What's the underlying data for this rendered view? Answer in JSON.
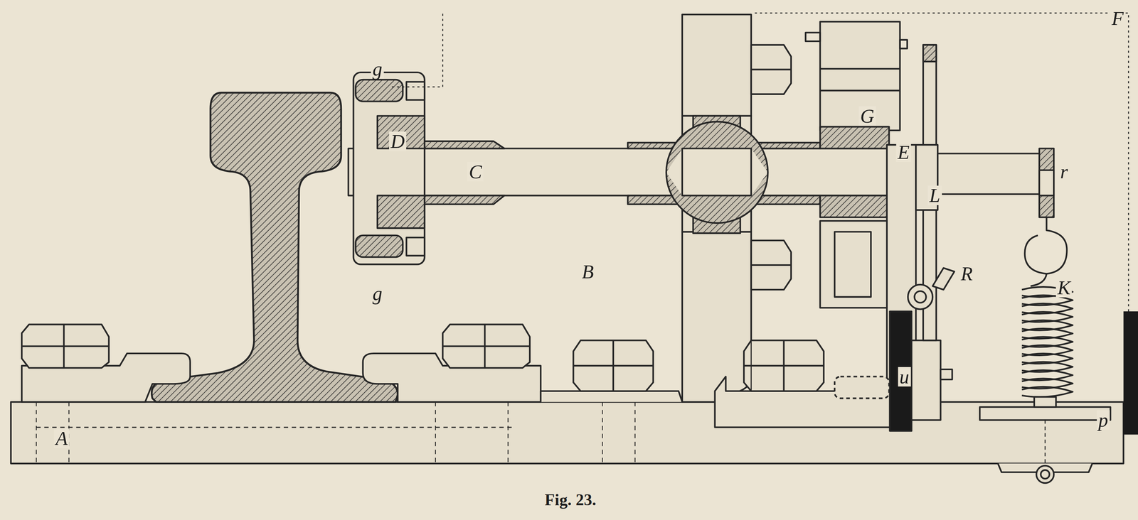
{
  "diagram": {
    "caption": "Fig. 23.",
    "labels": [
      "g",
      "D",
      "g",
      "C",
      "B",
      "A",
      "G",
      "F",
      "E",
      "L",
      "R",
      "r",
      "K",
      "u",
      "p"
    ]
  }
}
